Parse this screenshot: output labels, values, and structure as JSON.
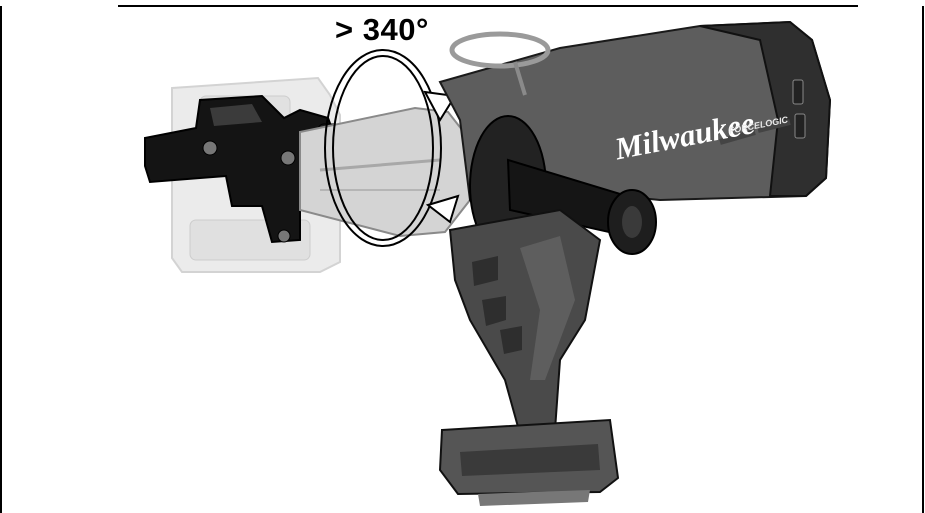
{
  "rotation_label": "> 340°",
  "brand_text": "Milwaukee",
  "sub_brand_text": "FORCELOGIC",
  "colors": {
    "tool_body": "#5b5b5b",
    "tool_dark": "#2e2e2e",
    "head_black": "#111111",
    "ghost_head": "#e6e6e6",
    "steel": "#c8c8c8",
    "frame_line": "#000000"
  },
  "icons": [
    "rotation-arrow-icon"
  ]
}
